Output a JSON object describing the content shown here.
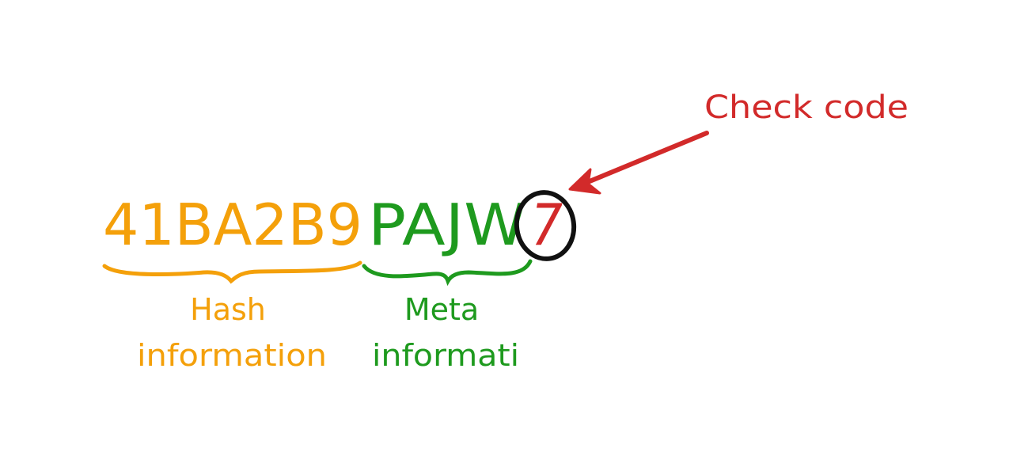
{
  "code": {
    "hash_part": "41BA2B9",
    "meta_part": "PAJW",
    "check_part": "7"
  },
  "labels": {
    "hash_line1": "Hash",
    "hash_line2": "information",
    "meta_line1": "Meta",
    "meta_line2": "informati",
    "check": "Check code"
  },
  "colors": {
    "hash": "#F4A00A",
    "meta": "#1E9A1E",
    "check": "#D22A2A",
    "circle": "#111111"
  }
}
